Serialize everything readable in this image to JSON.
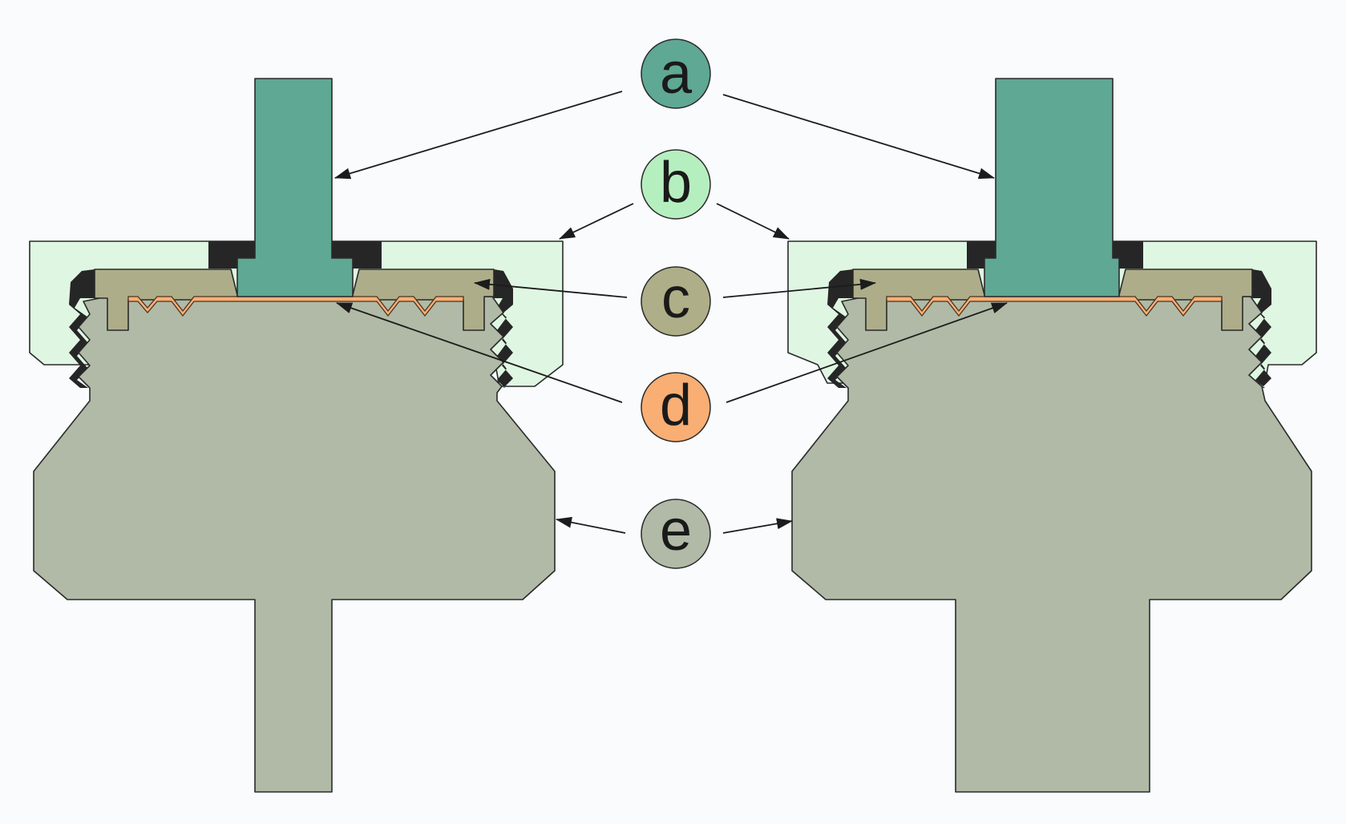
{
  "diagram": {
    "labels": [
      {
        "id": "a",
        "text": "a",
        "color": "#5fa893"
      },
      {
        "id": "b",
        "text": "b",
        "color": "#b6efbf"
      },
      {
        "id": "c",
        "text": "c",
        "color": "#aeae88"
      },
      {
        "id": "d",
        "text": "d",
        "color": "#f9ae74"
      },
      {
        "id": "e",
        "text": "e",
        "color": "#b0baa6"
      }
    ],
    "colors": {
      "background": "#f9fbfd",
      "pin": "#5fa893",
      "cap": "#dff7e2",
      "ring": "#adad8a",
      "foil": "#f9ae74",
      "body": "#b0baa6",
      "seal": "#262626"
    }
  }
}
